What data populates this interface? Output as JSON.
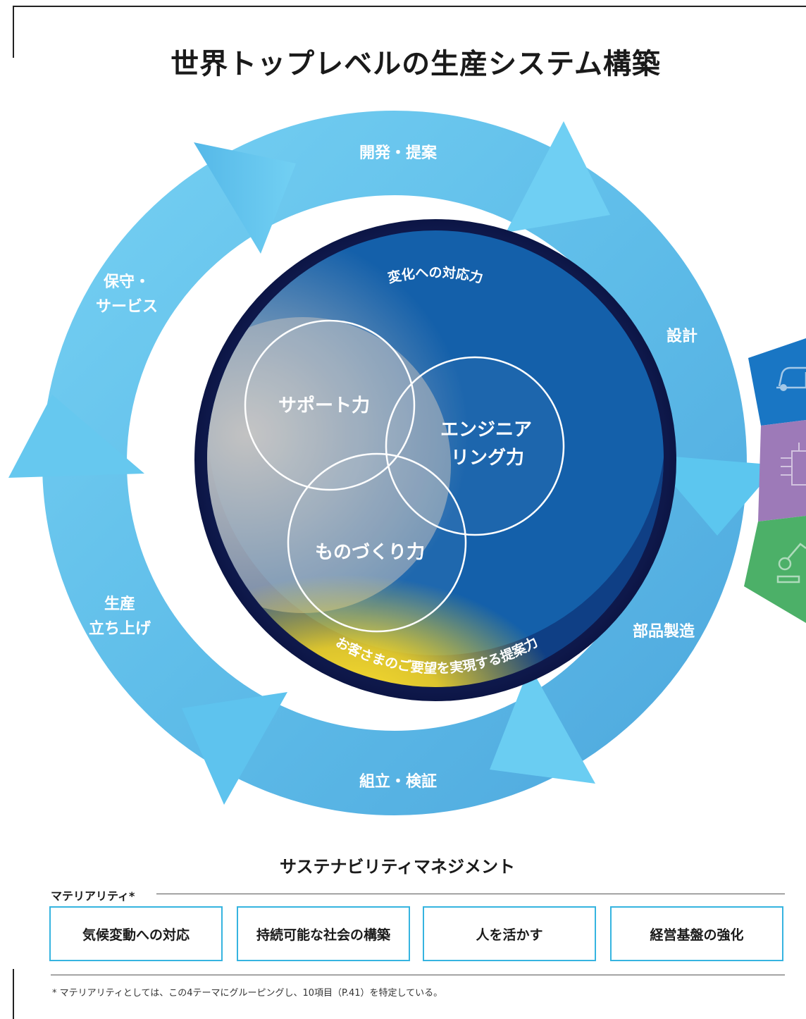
{
  "title": "世界トップレベルの生産システム構築",
  "cycle": {
    "top": "開発・提案",
    "right_upper": "設計",
    "right_lower": "部品製造",
    "bottom": "組立・検証",
    "left_lower_1": "生産",
    "left_lower_2": "立ち上げ",
    "left_upper_1": "保守・",
    "left_upper_2": "サービス"
  },
  "ring": {
    "top_text": "変化への対応力",
    "bottom_text": "お客さまのご要望を実現する提案力"
  },
  "venn": {
    "support": "サポート力",
    "engineering_1": "エンジニア",
    "engineering_2": "リング力",
    "monozukuri": "ものづくり力"
  },
  "sustainability": {
    "title": "サステナビリティマネジメント",
    "materiality_label": "マテリアリティ*",
    "items": [
      {
        "label": "気候変動への対応"
      },
      {
        "label": "持続可能な社会の構築"
      },
      {
        "label": "人を活かす"
      },
      {
        "label": "経営基盤の強化"
      }
    ],
    "footnote": "* マテリアリティとしては、この4テーマにグルーピングし、10項目（P.41）を特定している。"
  },
  "colors": {
    "cycle_light": "#66c8ef",
    "cycle_dark": "#4aa3d8",
    "ring_navy": "#0f1a4e",
    "box_border": "#36b4e0",
    "side_blue": "#1976c4",
    "side_purple": "#9d7ab8",
    "side_green": "#4cb068"
  },
  "icons": [
    "car-icon",
    "chip-icon",
    "robot-arm-icon"
  ]
}
